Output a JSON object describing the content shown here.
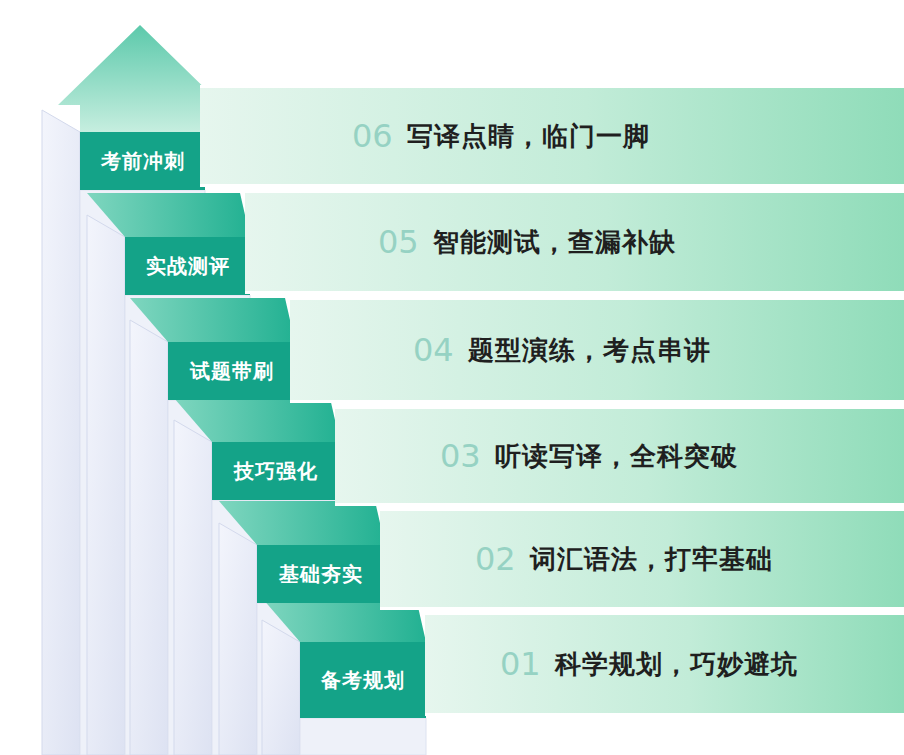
{
  "diagram": {
    "nodes": [
      {
        "text": [
          "考前冲刺"
        ]
      },
      {
        "text": [
          "06",
          "写译点睛，临门一脚"
        ]
      },
      {
        "text": [
          "实战测评"
        ]
      },
      {
        "text": [
          "05",
          "智能测试，查漏补缺"
        ]
      },
      {
        "text": [
          "试题带刷"
        ]
      },
      {
        "text": [
          "04",
          "题型演练，考点串讲"
        ]
      },
      {
        "text": [
          "技巧强化"
        ]
      },
      {
        "text": [
          "03",
          "听读写译，全科突破"
        ]
      },
      {
        "text": [
          "基础夯实"
        ]
      },
      {
        "text": [
          "02",
          "词汇语法，打牢基础"
        ]
      },
      {
        "text": [
          "备考规划"
        ]
      },
      {
        "text": [
          "01",
          "科学规划，巧妙避坑"
        ]
      }
    ]
  }
}
